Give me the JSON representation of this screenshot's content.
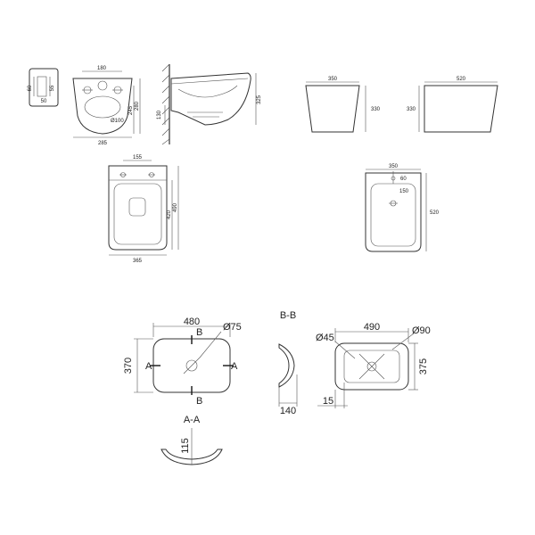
{
  "toilet": {
    "side_detail": {
      "a": "60",
      "b": "50",
      "c": "55"
    },
    "front": {
      "top_width": "180",
      "bottom_width": "285",
      "hole": "Ø100",
      "h1": "245",
      "h2": "280"
    },
    "side": {
      "height": "325",
      "mount": "130"
    },
    "bidet_front": {
      "width": "350",
      "height": "330"
    },
    "bidet_side": {
      "width": "520",
      "height": "330"
    },
    "plan": {
      "top": "155",
      "width": "365",
      "h1": "420",
      "h2": "490"
    },
    "bidet_plan": {
      "width": "350",
      "d1": "60",
      "d2": "150",
      "length": "520"
    }
  },
  "basin1": {
    "width": "480",
    "height": "370",
    "hole": "Ø75",
    "section_a_left": "A",
    "section_a_right": "A",
    "section_b_top": "B",
    "section_b_bottom": "B",
    "section_aa_title": "A-A",
    "section_aa_height": "115"
  },
  "basin2": {
    "section_bb_title": "B-B",
    "section_bb_width": "140",
    "width": "490",
    "height": "375",
    "hole_left": "Ø45",
    "hole_right": "Ø90",
    "rim": "15"
  }
}
